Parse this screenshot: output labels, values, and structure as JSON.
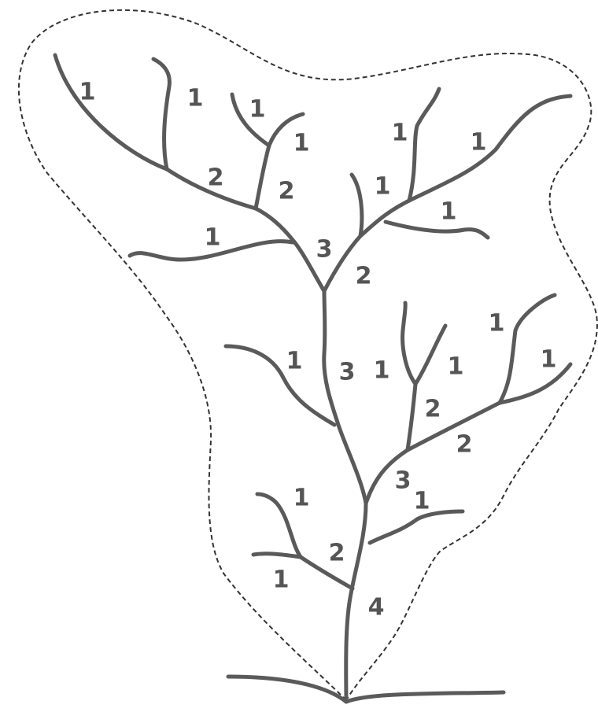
{
  "diagram": {
    "type": "stream-order-network",
    "stream_color": "#5a5a5a",
    "label_color": "#555555",
    "boundary_color": "#333333",
    "labels": [
      {
        "id": "order-a1",
        "text": "1"
      },
      {
        "id": "order-a2",
        "text": "1"
      },
      {
        "id": "order-a3",
        "text": "1"
      },
      {
        "id": "order-a4",
        "text": "1"
      },
      {
        "id": "order-a5",
        "text": "2"
      },
      {
        "id": "order-a6",
        "text": "2"
      },
      {
        "id": "order-a7",
        "text": "1"
      },
      {
        "id": "order-a8",
        "text": "3"
      },
      {
        "id": "order-b1",
        "text": "1"
      },
      {
        "id": "order-b2",
        "text": "1"
      },
      {
        "id": "order-b3",
        "text": "1"
      },
      {
        "id": "order-b4",
        "text": "1"
      },
      {
        "id": "order-b5",
        "text": "2"
      },
      {
        "id": "order-c1",
        "text": "1"
      },
      {
        "id": "order-c2",
        "text": "3"
      },
      {
        "id": "order-c3",
        "text": "1"
      },
      {
        "id": "order-c4",
        "text": "1"
      },
      {
        "id": "order-c5",
        "text": "1"
      },
      {
        "id": "order-c6",
        "text": "1"
      },
      {
        "id": "order-c7",
        "text": "2"
      },
      {
        "id": "order-c8",
        "text": "2"
      },
      {
        "id": "order-c9",
        "text": "3"
      },
      {
        "id": "order-c10",
        "text": "1"
      },
      {
        "id": "order-d1",
        "text": "1"
      },
      {
        "id": "order-d2",
        "text": "2"
      },
      {
        "id": "order-d3",
        "text": "1"
      },
      {
        "id": "order-d4",
        "text": "4"
      }
    ]
  }
}
